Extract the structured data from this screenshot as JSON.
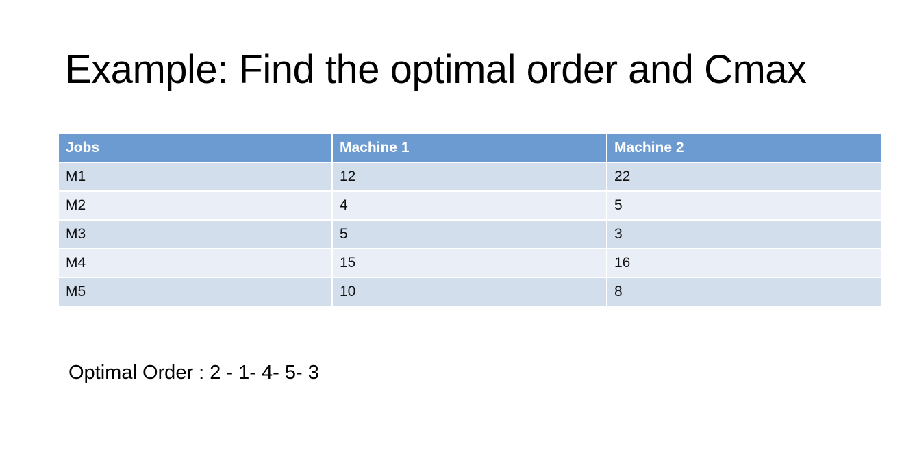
{
  "title": "Example: Find the optimal order and Cmax",
  "table": {
    "headers": [
      "Jobs",
      "Machine 1",
      "Machine 2"
    ],
    "rows": [
      [
        "M1",
        "12",
        "22"
      ],
      [
        "M2",
        "4",
        "5"
      ],
      [
        "M3",
        "5",
        "3"
      ],
      [
        "M4",
        "15",
        "16"
      ],
      [
        "M5",
        "10",
        "8"
      ]
    ]
  },
  "optimal_order_text": "Optimal Order : 2 - 1- 4- 5- 3",
  "colors": {
    "header_bg": "#6b9bd1",
    "row_odd_bg": "#d3deed",
    "row_even_bg": "#e9eef7"
  }
}
